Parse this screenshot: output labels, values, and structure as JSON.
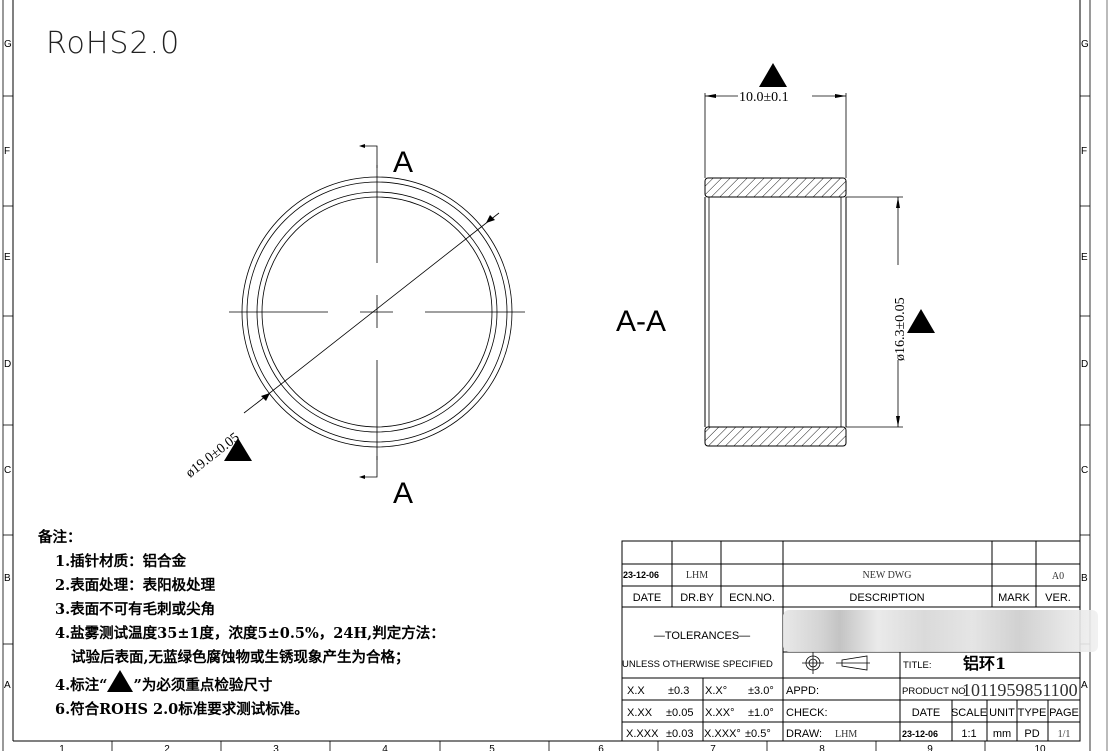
{
  "drawing": {
    "rohs_label": "RoHS2.0",
    "section_marker": "A",
    "section_view_label": "A-A",
    "dimensions": {
      "outer_diameter": "ø19.0±0.05",
      "length": "10.0±0.1",
      "inner_diameter": "ø16.3±0.05"
    }
  },
  "frame": {
    "rows": [
      "G",
      "F",
      "E",
      "D",
      "C",
      "B",
      "A"
    ],
    "columns": [
      "1",
      "2",
      "3",
      "4",
      "5",
      "6",
      "7",
      "8",
      "9",
      "10"
    ]
  },
  "notes": {
    "heading": "备注：",
    "items": [
      "1.插针材质：铝合金",
      "2.表面处理：表阳极处理",
      "3.表面不可有毛刺或尖角",
      "4.盐雾测试温度35±1度，浓度5±0.5%，24H,判定方法：",
      "试验后表面,无蓝绿色腐蚀物或生锈现象产生为合格；",
      "4.标注“",
      "”为必须重点检验尺寸",
      "6.符合ROHS 2.0标准要求测试标准。"
    ]
  },
  "title_block": {
    "revision": {
      "date": "23-12-06",
      "dr_by": "LHM",
      "ecn_no": "",
      "description": "NEW DWG",
      "mark": "",
      "version": "A0"
    },
    "revision_headers": {
      "date": "DATE",
      "dr_by": "DR.BY",
      "ecn_no": "ECN.NO.",
      "description": "DESCRIPTION",
      "mark": "MARK",
      "version": "VER."
    },
    "tolerances_label": "—TOLERANCES—",
    "unless_label": "UNLESS OTHERWISE SPECIFIED",
    "tolerances": [
      {
        "linear": "X.X",
        "linear_tol": "±0.3",
        "angular": "X.X°",
        "angular_tol": "±3.0°"
      },
      {
        "linear": "X.XX",
        "linear_tol": "±0.05",
        "angular": "X.XX°",
        "angular_tol": "±1.0°"
      },
      {
        "linear": "X.XXX",
        "linear_tol": "±0.03",
        "angular": "X.XXX°",
        "angular_tol": "±0.5°"
      }
    ],
    "title_label": "TITLE:",
    "title_value": "铝环1",
    "appd_label": "APPD:",
    "check_label": "CHECK:",
    "draw_label": "DRAW:",
    "draw_value": "LHM",
    "product_no_label": "PRODUCT NO:",
    "product_no_value": "1011959851100",
    "info_headers": {
      "date": "DATE",
      "scale": "SCALE",
      "unit": "UNIT",
      "type": "TYPE",
      "page": "PAGE"
    },
    "info_values": {
      "date": "23-12-06",
      "scale": "1:1",
      "unit": "mm",
      "type": "PD",
      "page": "1/1"
    }
  }
}
